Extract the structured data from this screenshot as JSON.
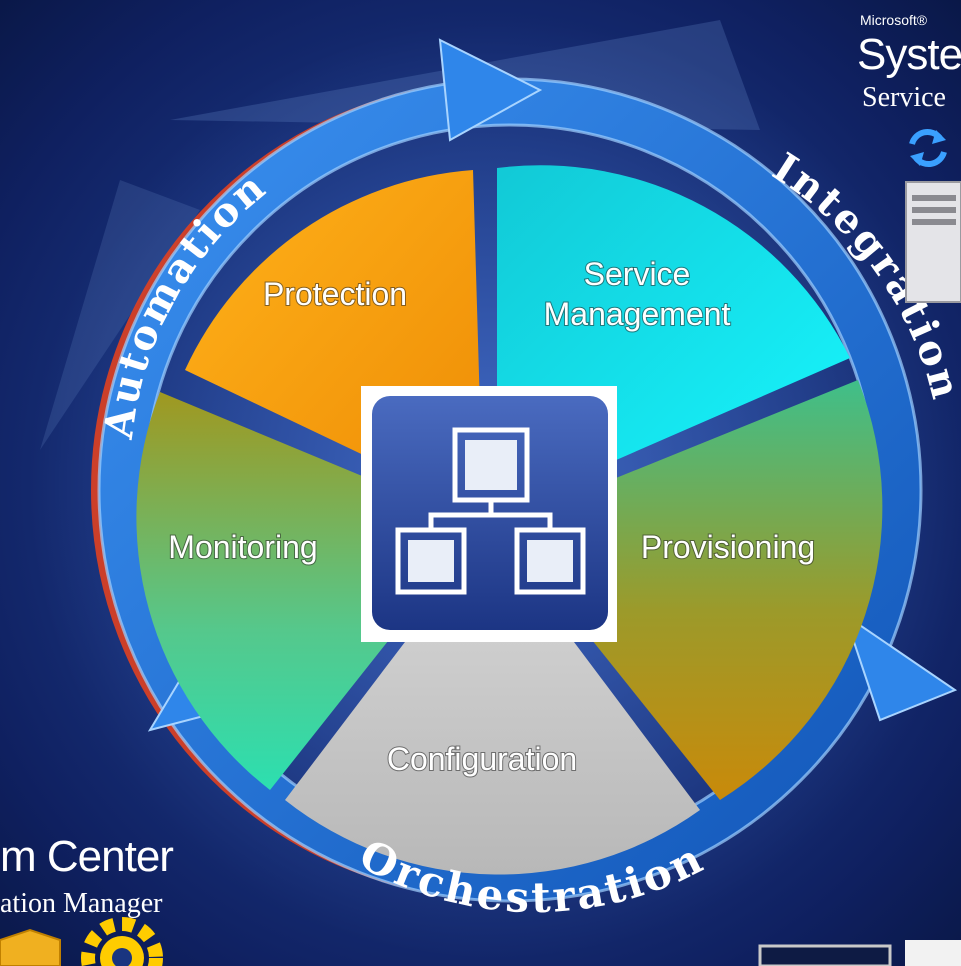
{
  "header": {
    "brand_small": "Microsoft®",
    "brand_large": "Syste",
    "brand_product": "Service"
  },
  "footer": {
    "brand_large": "m Center",
    "brand_product": "ation Manager"
  },
  "segments": {
    "protection": "Protection",
    "service_management_line1": "Service",
    "service_management_line2": "Management",
    "provisioning": "Provisioning",
    "configuration": "Configuration",
    "monitoring": "Monitoring"
  },
  "ring": {
    "automation": "Automation",
    "integration": "Integration",
    "orchestration": "Orchestration"
  },
  "colors": {
    "protection": "#f5a00e",
    "service_management": "#10e8ec",
    "provisioning": "#a49a1a",
    "configuration": "#c8c8c8",
    "monitoring": "#6ab858",
    "ring_blue": "#1e6fd0",
    "ring_red": "#e04020"
  },
  "icons": {
    "center": "org-chart-icon",
    "sync": "sync-arrows-icon",
    "server": "server-tower-icon",
    "shield": "shield-icon",
    "gear": "gear-icon"
  }
}
